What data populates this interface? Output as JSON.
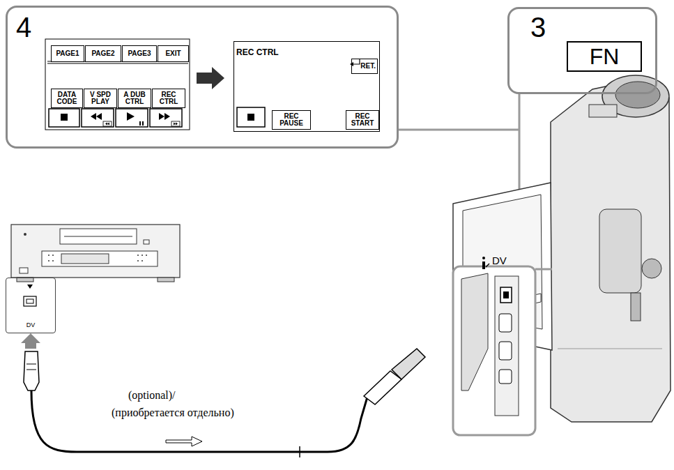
{
  "diagram": {
    "nodes": [
      {
        "text": [
          "4"
        ]
      },
      {
        "text": [
          "PAGE1"
        ],
        "in": 0
      },
      {
        "text": [
          "PAGE2"
        ],
        "in": 0
      },
      {
        "text": [
          "PAGE3"
        ],
        "in": 0
      },
      {
        "text": [
          "EXIT"
        ],
        "in": 0
      },
      {
        "text": [
          "DATA CODE"
        ],
        "in": 0
      },
      {
        "text": [
          "V SPD PLAY"
        ],
        "in": 0
      },
      {
        "text": [
          "A DUB CTRL"
        ],
        "in": 0
      },
      {
        "text": [
          "REC CTRL"
        ],
        "in": 0
      },
      {
        "text": [
          "REC CTRL"
        ],
        "in": 0
      },
      {
        "text": [
          "RET."
        ],
        "in": 9
      },
      {
        "text": [
          "REC PAUSE"
        ],
        "in": 9
      },
      {
        "text": [
          "REC START"
        ],
        "in": 9
      },
      {
        "text": [
          "3"
        ]
      },
      {
        "text": [
          "FN"
        ],
        "in": 13
      },
      {
        "text": [
          "DV"
        ]
      }
    ],
    "labels": [
      "(optional)/",
      "(приобретается отдельно)",
      "DV"
    ]
  }
}
